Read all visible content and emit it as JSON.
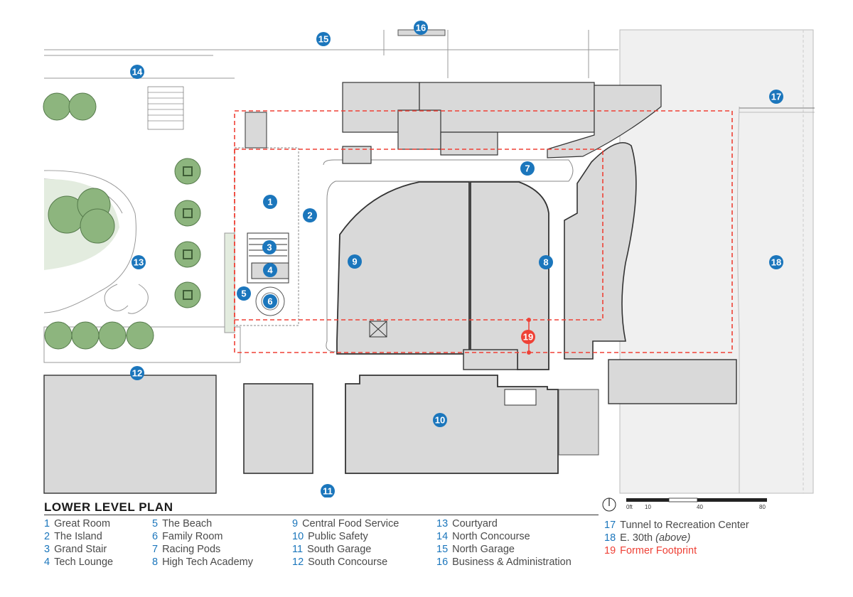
{
  "title": "LOWER LEVEL PLAN",
  "colors": {
    "marker_blue": "#1b76bc",
    "marker_red": "#ef4136",
    "building_fill": "#d9d9d9",
    "street_fill": "#f0f0f0",
    "tree_fill": "#8db57e",
    "footprint_line": "#ef4136"
  },
  "markers": [
    "1",
    "2",
    "3",
    "4",
    "5",
    "6",
    "7",
    "8",
    "9",
    "10",
    "11",
    "12",
    "13",
    "14",
    "15",
    "16",
    "17",
    "18",
    "19"
  ],
  "legend": [
    {
      "num": "1",
      "label": "Great Room"
    },
    {
      "num": "2",
      "label": "The Island"
    },
    {
      "num": "3",
      "label": "Grand Stair"
    },
    {
      "num": "4",
      "label": "Tech Lounge"
    },
    {
      "num": "5",
      "label": "The Beach"
    },
    {
      "num": "6",
      "label": "Family Room"
    },
    {
      "num": "7",
      "label": "Racing Pods"
    },
    {
      "num": "8",
      "label": "High Tech Academy"
    },
    {
      "num": "9",
      "label": "Central Food Service"
    },
    {
      "num": "10",
      "label": "Public Safety"
    },
    {
      "num": "11",
      "label": "South Garage"
    },
    {
      "num": "12",
      "label": "South Concourse"
    },
    {
      "num": "13",
      "label": "Courtyard"
    },
    {
      "num": "14",
      "label": "North Concourse"
    },
    {
      "num": "15",
      "label": "North Garage"
    },
    {
      "num": "16",
      "label": "Business & Administration"
    },
    {
      "num": "17",
      "label": "Tunnel to Recreation Center"
    },
    {
      "num": "18",
      "label": "E. 30th",
      "note": "(above)"
    },
    {
      "num": "19",
      "label": "Former Footprint"
    }
  ],
  "scale": {
    "labels": [
      "0ft",
      "10",
      "40",
      "80"
    ]
  },
  "north_icon": "north-arrow-icon"
}
